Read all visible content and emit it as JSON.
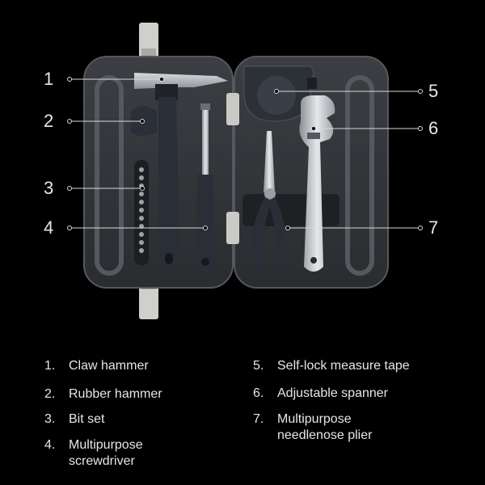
{
  "callouts": [
    {
      "number": "1"
    },
    {
      "number": "2"
    },
    {
      "number": "3"
    },
    {
      "number": "4"
    },
    {
      "number": "5"
    },
    {
      "number": "6"
    },
    {
      "number": "7"
    }
  ],
  "legend": [
    {
      "number": "1.",
      "text": "Claw hammer"
    },
    {
      "number": "2.",
      "text": "Rubber hammer"
    },
    {
      "number": "3.",
      "text": "Bit set"
    },
    {
      "number": "4.",
      "text": "Multipurpose\nscrewdriver"
    },
    {
      "number": "5.",
      "text": "Self-lock measure tape"
    },
    {
      "number": "6.",
      "text": "Adjustable spanner"
    },
    {
      "number": "7.",
      "text": "Multipurpose\nneedlenose plier"
    }
  ]
}
